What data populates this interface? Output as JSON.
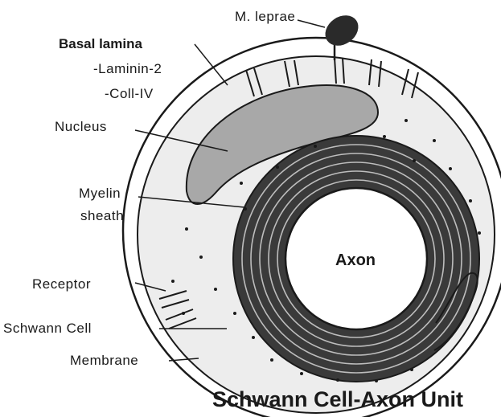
{
  "figure": {
    "caption": "Schwann Cell-Axon Unit",
    "labels": {
      "m_leprae": "M. leprae",
      "basal_lamina": "Basal lamina",
      "laminin": "-Laminin-2",
      "coll": "-Coll-IV",
      "nucleus": "Nucleus",
      "myelin_1": "Myelin",
      "myelin_2": "sheath",
      "axon": "Axon",
      "receptor": "Receptor",
      "schwann_cell": "Schwann Cell",
      "membrane": "Membrane"
    }
  },
  "colors": {
    "ink": "#1a1a1a",
    "myelin": "#3a3a3a",
    "nucleus": "#a8a8a8",
    "cytoplasm": "#ededed",
    "bacterium": "#2a2a2a",
    "background": "#ffffff"
  }
}
